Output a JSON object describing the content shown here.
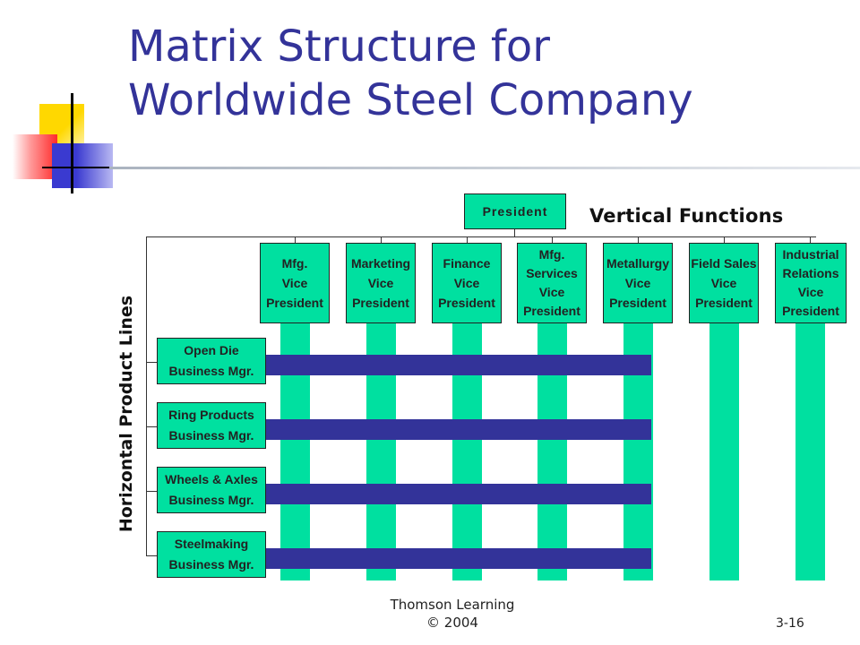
{
  "slide": {
    "title": "Matrix Structure for\nWorldwide Steel Company",
    "footer": "Thomson Learning\n© 2004",
    "slide_number": "3-16"
  },
  "diagram": {
    "top_node": "President",
    "vertical_label": "Vertical Functions",
    "horizontal_label": "Horizontal Product Lines",
    "functions": [
      "Mfg.\nVice\nPresident",
      "Marketing\nVice\nPresident",
      "Finance\nVice\nPresident",
      "Mfg.\nServices\nVice\nPresident",
      "Metallurgy\nVice\nPresident",
      "Field Sales\nVice\nPresident",
      "Industrial\nRelations\nVice\nPresident"
    ],
    "product_lines": [
      "Open Die\nBusiness Mgr.",
      "Ring Products\nBusiness Mgr.",
      "Wheels & Axles\nBusiness Mgr.",
      "Steelmaking\nBusiness Mgr."
    ]
  },
  "colors": {
    "title": "#333399",
    "box_fill": "#00e0a0",
    "product_bar": "#333399"
  }
}
